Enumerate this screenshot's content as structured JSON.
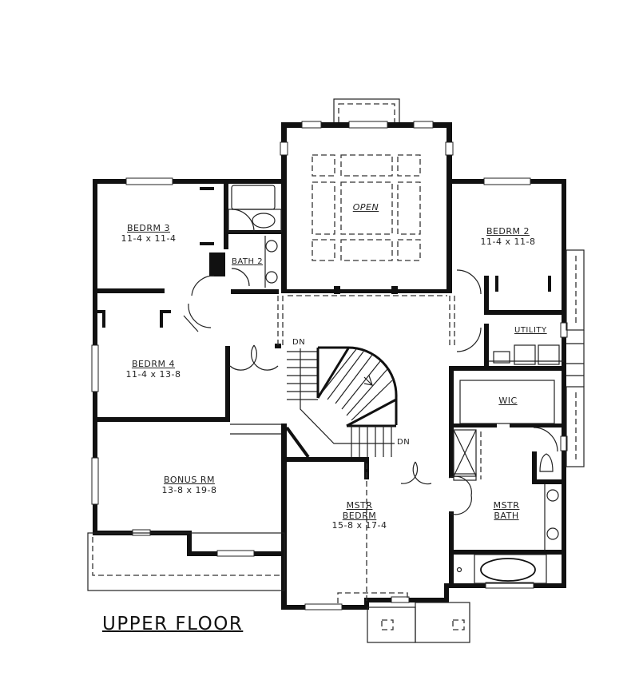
{
  "plan": {
    "title": "UPPER FLOOR",
    "rooms": {
      "bedroom3": {
        "name": "BEDRM 3",
        "dims": "11-4 x 11-4"
      },
      "bath2": {
        "name": "BATH 2"
      },
      "open": {
        "name": "OPEN"
      },
      "bedroom2": {
        "name": "BEDRM 2",
        "dims": "11-4 x 11-8"
      },
      "utility": {
        "name": "UTILITY"
      },
      "bedroom4": {
        "name": "BEDRM 4",
        "dims": "11-4 x 13-8"
      },
      "wic": {
        "name": "WIC"
      },
      "bonus": {
        "name": "BONUS RM",
        "dims": "13-8 x 19-8"
      },
      "master_bedroom": {
        "name_line1": "MSTR",
        "name_line2": "BEDRM",
        "dims": "15-8 x 17-4"
      },
      "master_bath": {
        "name_line1": "MSTR",
        "name_line2": "BATH"
      }
    },
    "stairs": {
      "upper_label": "DN",
      "lower_label": "DN"
    },
    "colors": {
      "wall": "#111111",
      "background": "#ffffff",
      "line": "#222222"
    }
  }
}
